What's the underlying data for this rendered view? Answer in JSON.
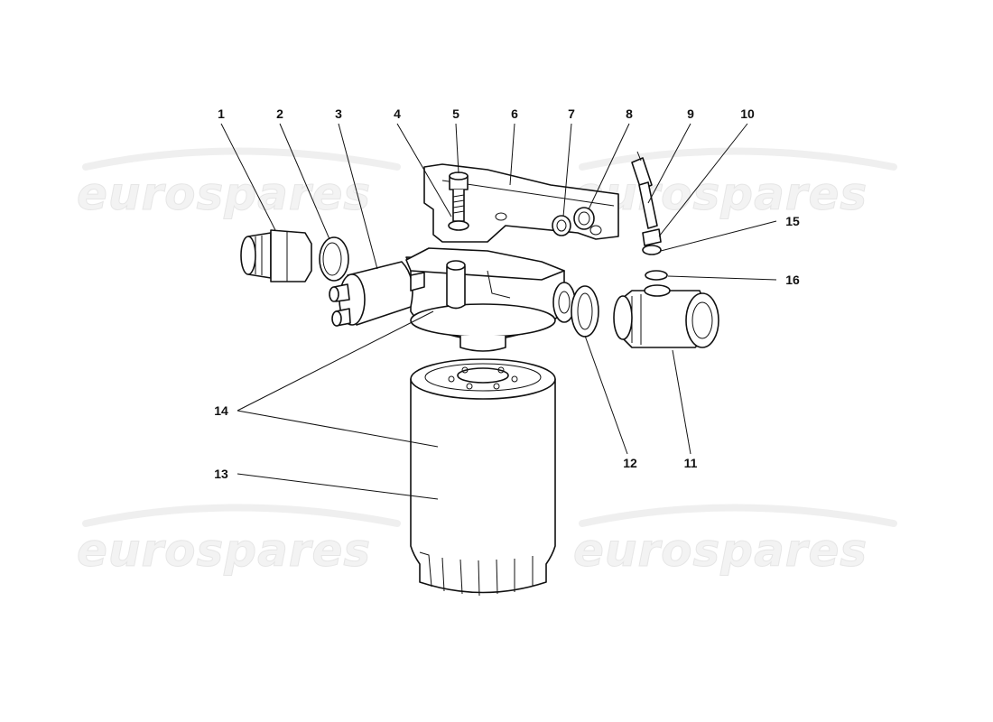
{
  "watermark": {
    "text": "eurospares"
  },
  "callouts": [
    {
      "label": "1"
    },
    {
      "label": "2"
    },
    {
      "label": "3"
    },
    {
      "label": "4"
    },
    {
      "label": "5"
    },
    {
      "label": "6"
    },
    {
      "label": "7"
    },
    {
      "label": "8"
    },
    {
      "label": "9"
    },
    {
      "label": "10"
    },
    {
      "label": "15"
    },
    {
      "label": "16"
    },
    {
      "label": "14"
    },
    {
      "label": "12"
    },
    {
      "label": "11"
    },
    {
      "label": "13"
    }
  ]
}
